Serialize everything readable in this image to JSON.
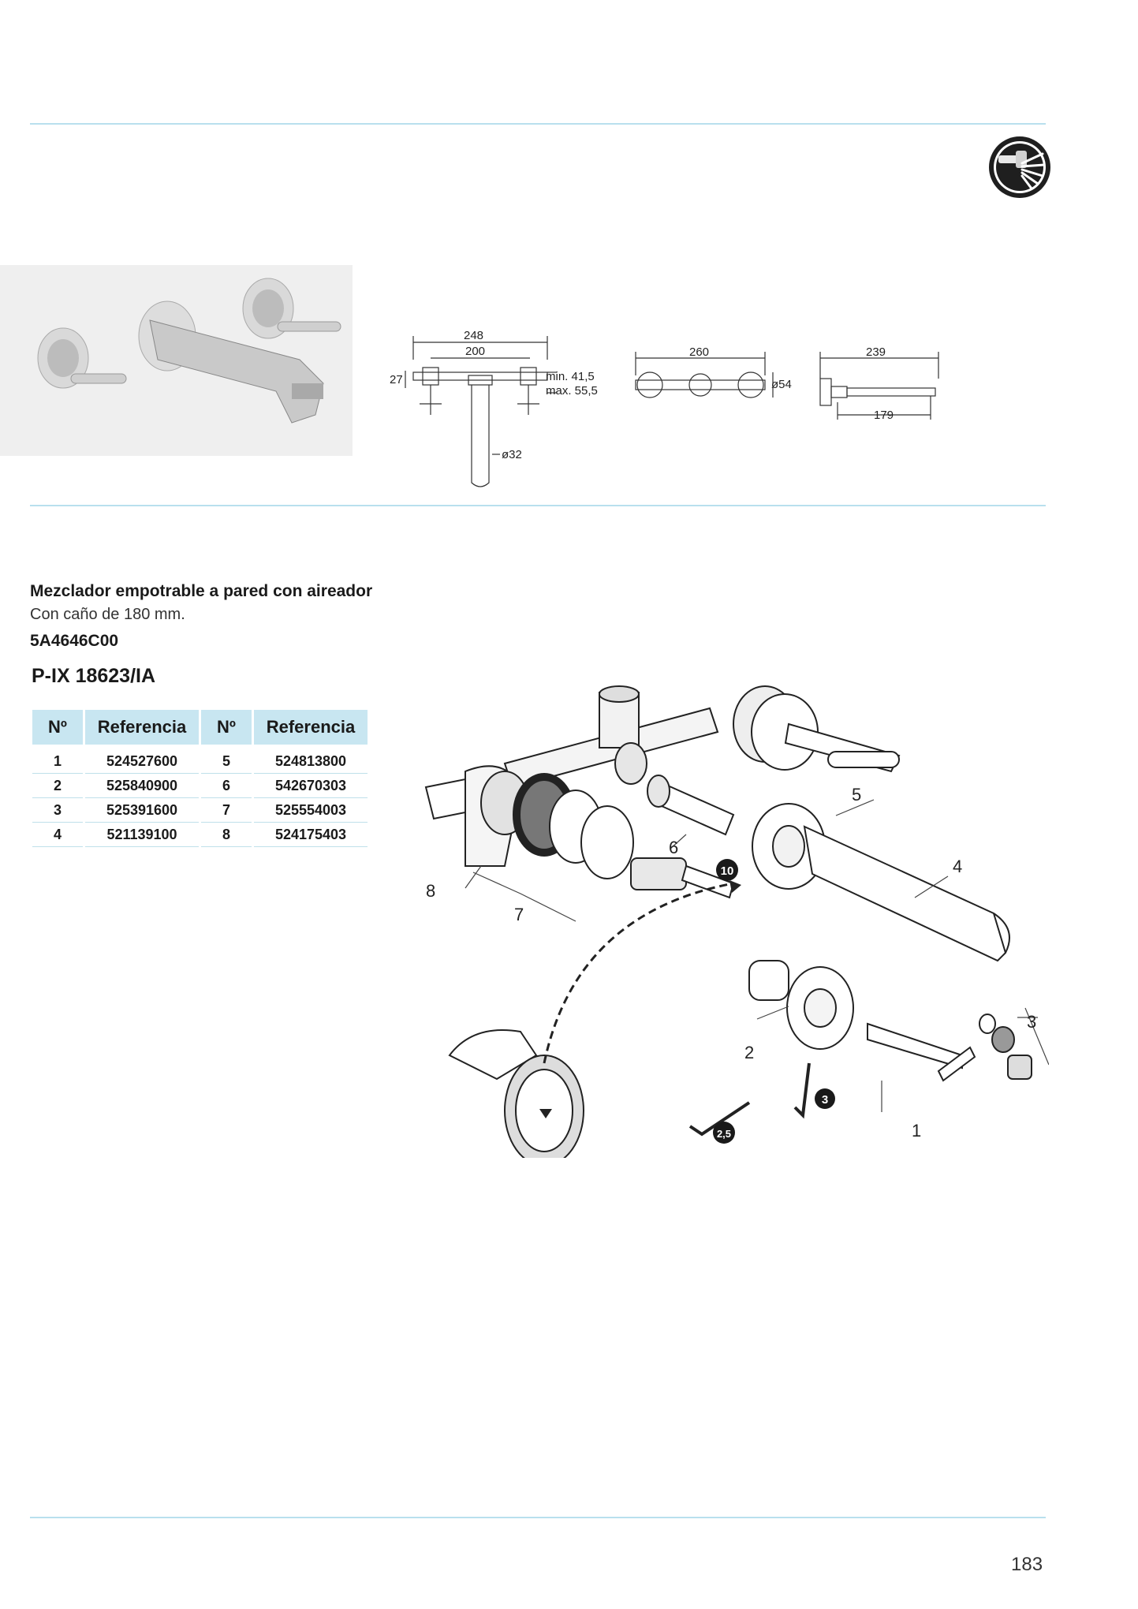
{
  "header": {
    "category_icon": "shower-faucet-icon"
  },
  "dimensions": {
    "front_width_outer": "248",
    "front_width_inner": "200",
    "front_height": "27",
    "front_min": "min. 41,5",
    "front_max": "max. 55,5",
    "front_diameter": "ø32",
    "top_width": "260",
    "top_diameter": "ø54",
    "side_length": "239",
    "side_spout": "179"
  },
  "product": {
    "title": "Mezclador empotrable a pared con aireador",
    "subtitle": "Con caño de 180 mm.",
    "code": "5A4646C00",
    "parts_sheet_code": "P-IX 18623/IA"
  },
  "parts_table": {
    "headers": [
      "Nº",
      "Referencia",
      "Nº",
      "Referencia"
    ],
    "rows": [
      [
        "1",
        "524527600",
        "5",
        "524813800"
      ],
      [
        "2",
        "525840900",
        "6",
        "542670303"
      ],
      [
        "3",
        "525391600",
        "7",
        "525554003"
      ],
      [
        "4",
        "521139100",
        "8",
        "524175403"
      ]
    ]
  },
  "exploded_view": {
    "callouts": [
      "1",
      "2",
      "3",
      "4",
      "5",
      "6",
      "7",
      "8"
    ],
    "tool_sizes": [
      "10",
      "3",
      "2,5"
    ]
  },
  "footer": {
    "page_number": "183"
  },
  "colors": {
    "rule": "#b9e0ee",
    "table_header": "#c8e6f1",
    "badge": "#1f1f1f"
  }
}
